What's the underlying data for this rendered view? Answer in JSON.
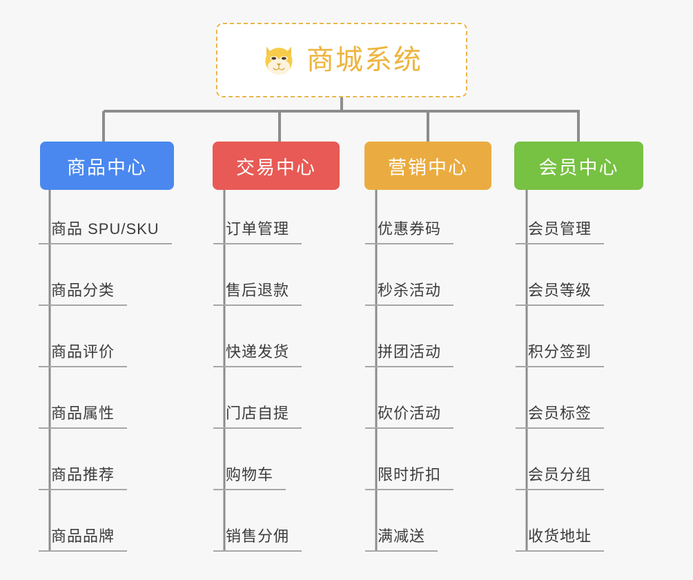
{
  "page": {
    "background_color": "#f7f7f7",
    "diagram_type": "mind-map-tree"
  },
  "root": {
    "title": "商城系统",
    "icon": "dog-face-icon",
    "text_color": "#edb43e",
    "border_color": "#eab54c",
    "background_color": "#ffffff"
  },
  "branches": [
    {
      "label": "商品中心",
      "color": "#4a88ef",
      "items": [
        "商品 SPU/SKU",
        "商品分类",
        "商品评价",
        "商品属性",
        "商品推荐",
        "商品品牌"
      ]
    },
    {
      "label": "交易中心",
      "color": "#e85a55",
      "items": [
        "订单管理",
        "售后退款",
        "快递发货",
        "门店自提",
        "购物车",
        "销售分佣"
      ]
    },
    {
      "label": "营销中心",
      "color": "#eaac41",
      "items": [
        "优惠券码",
        "秒杀活动",
        "拼团活动",
        "砍价活动",
        "限时折扣",
        "满减送"
      ]
    },
    {
      "label": "会员中心",
      "color": "#77c143",
      "items": [
        "会员管理",
        "会员等级",
        "积分签到",
        "会员标签",
        "会员分组",
        "收货地址"
      ]
    }
  ],
  "connector": {
    "color": "#8c8c8c",
    "leaf_rule_color": "#a6a6a6"
  }
}
